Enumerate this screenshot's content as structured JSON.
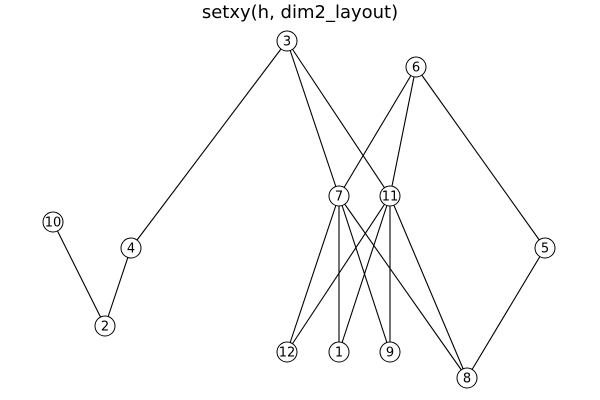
{
  "title": "setxy(h, dim2_layout)",
  "colors": {
    "edge": "#000000",
    "node_fill": "#ffffff",
    "node_stroke": "#000000",
    "background": "#ffffff"
  },
  "nodes": [
    {
      "id": "1",
      "label": "1"
    },
    {
      "id": "2",
      "label": "2"
    },
    {
      "id": "3",
      "label": "3"
    },
    {
      "id": "4",
      "label": "4"
    },
    {
      "id": "5",
      "label": "5"
    },
    {
      "id": "6",
      "label": "6"
    },
    {
      "id": "7",
      "label": "7"
    },
    {
      "id": "8",
      "label": "8"
    },
    {
      "id": "9",
      "label": "9"
    },
    {
      "id": "10",
      "label": "10"
    },
    {
      "id": "11",
      "label": "11"
    },
    {
      "id": "12",
      "label": "12"
    }
  ],
  "edges": [
    [
      "10",
      "2"
    ],
    [
      "2",
      "4"
    ],
    [
      "4",
      "3"
    ],
    [
      "3",
      "7"
    ],
    [
      "3",
      "11"
    ],
    [
      "6",
      "7"
    ],
    [
      "6",
      "11"
    ],
    [
      "6",
      "5"
    ],
    [
      "5",
      "8"
    ],
    [
      "7",
      "12"
    ],
    [
      "7",
      "1"
    ],
    [
      "7",
      "9"
    ],
    [
      "7",
      "8"
    ],
    [
      "11",
      "12"
    ],
    [
      "11",
      "1"
    ],
    [
      "11",
      "9"
    ],
    [
      "11",
      "8"
    ]
  ]
}
